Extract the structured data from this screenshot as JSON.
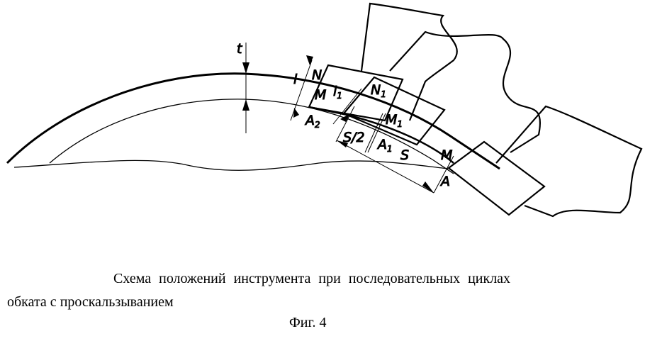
{
  "labels": {
    "t": "t",
    "l": "l",
    "l1": "l",
    "l1_sub": "1",
    "N": "N",
    "M": "M",
    "A2": "A",
    "A2_sub": "2",
    "N1": "N",
    "N1_sub": "1",
    "M1": "M",
    "M1_sub": "1",
    "A1": "A",
    "A1_sub": "1",
    "S2": "S/2",
    "S": "S",
    "M_end": "M",
    "A": "A"
  },
  "caption": {
    "line1": "Схема положений инструмента при последовательных циклах",
    "line2": "обката с проскальзыванием",
    "figure": "Фиг. 4"
  }
}
